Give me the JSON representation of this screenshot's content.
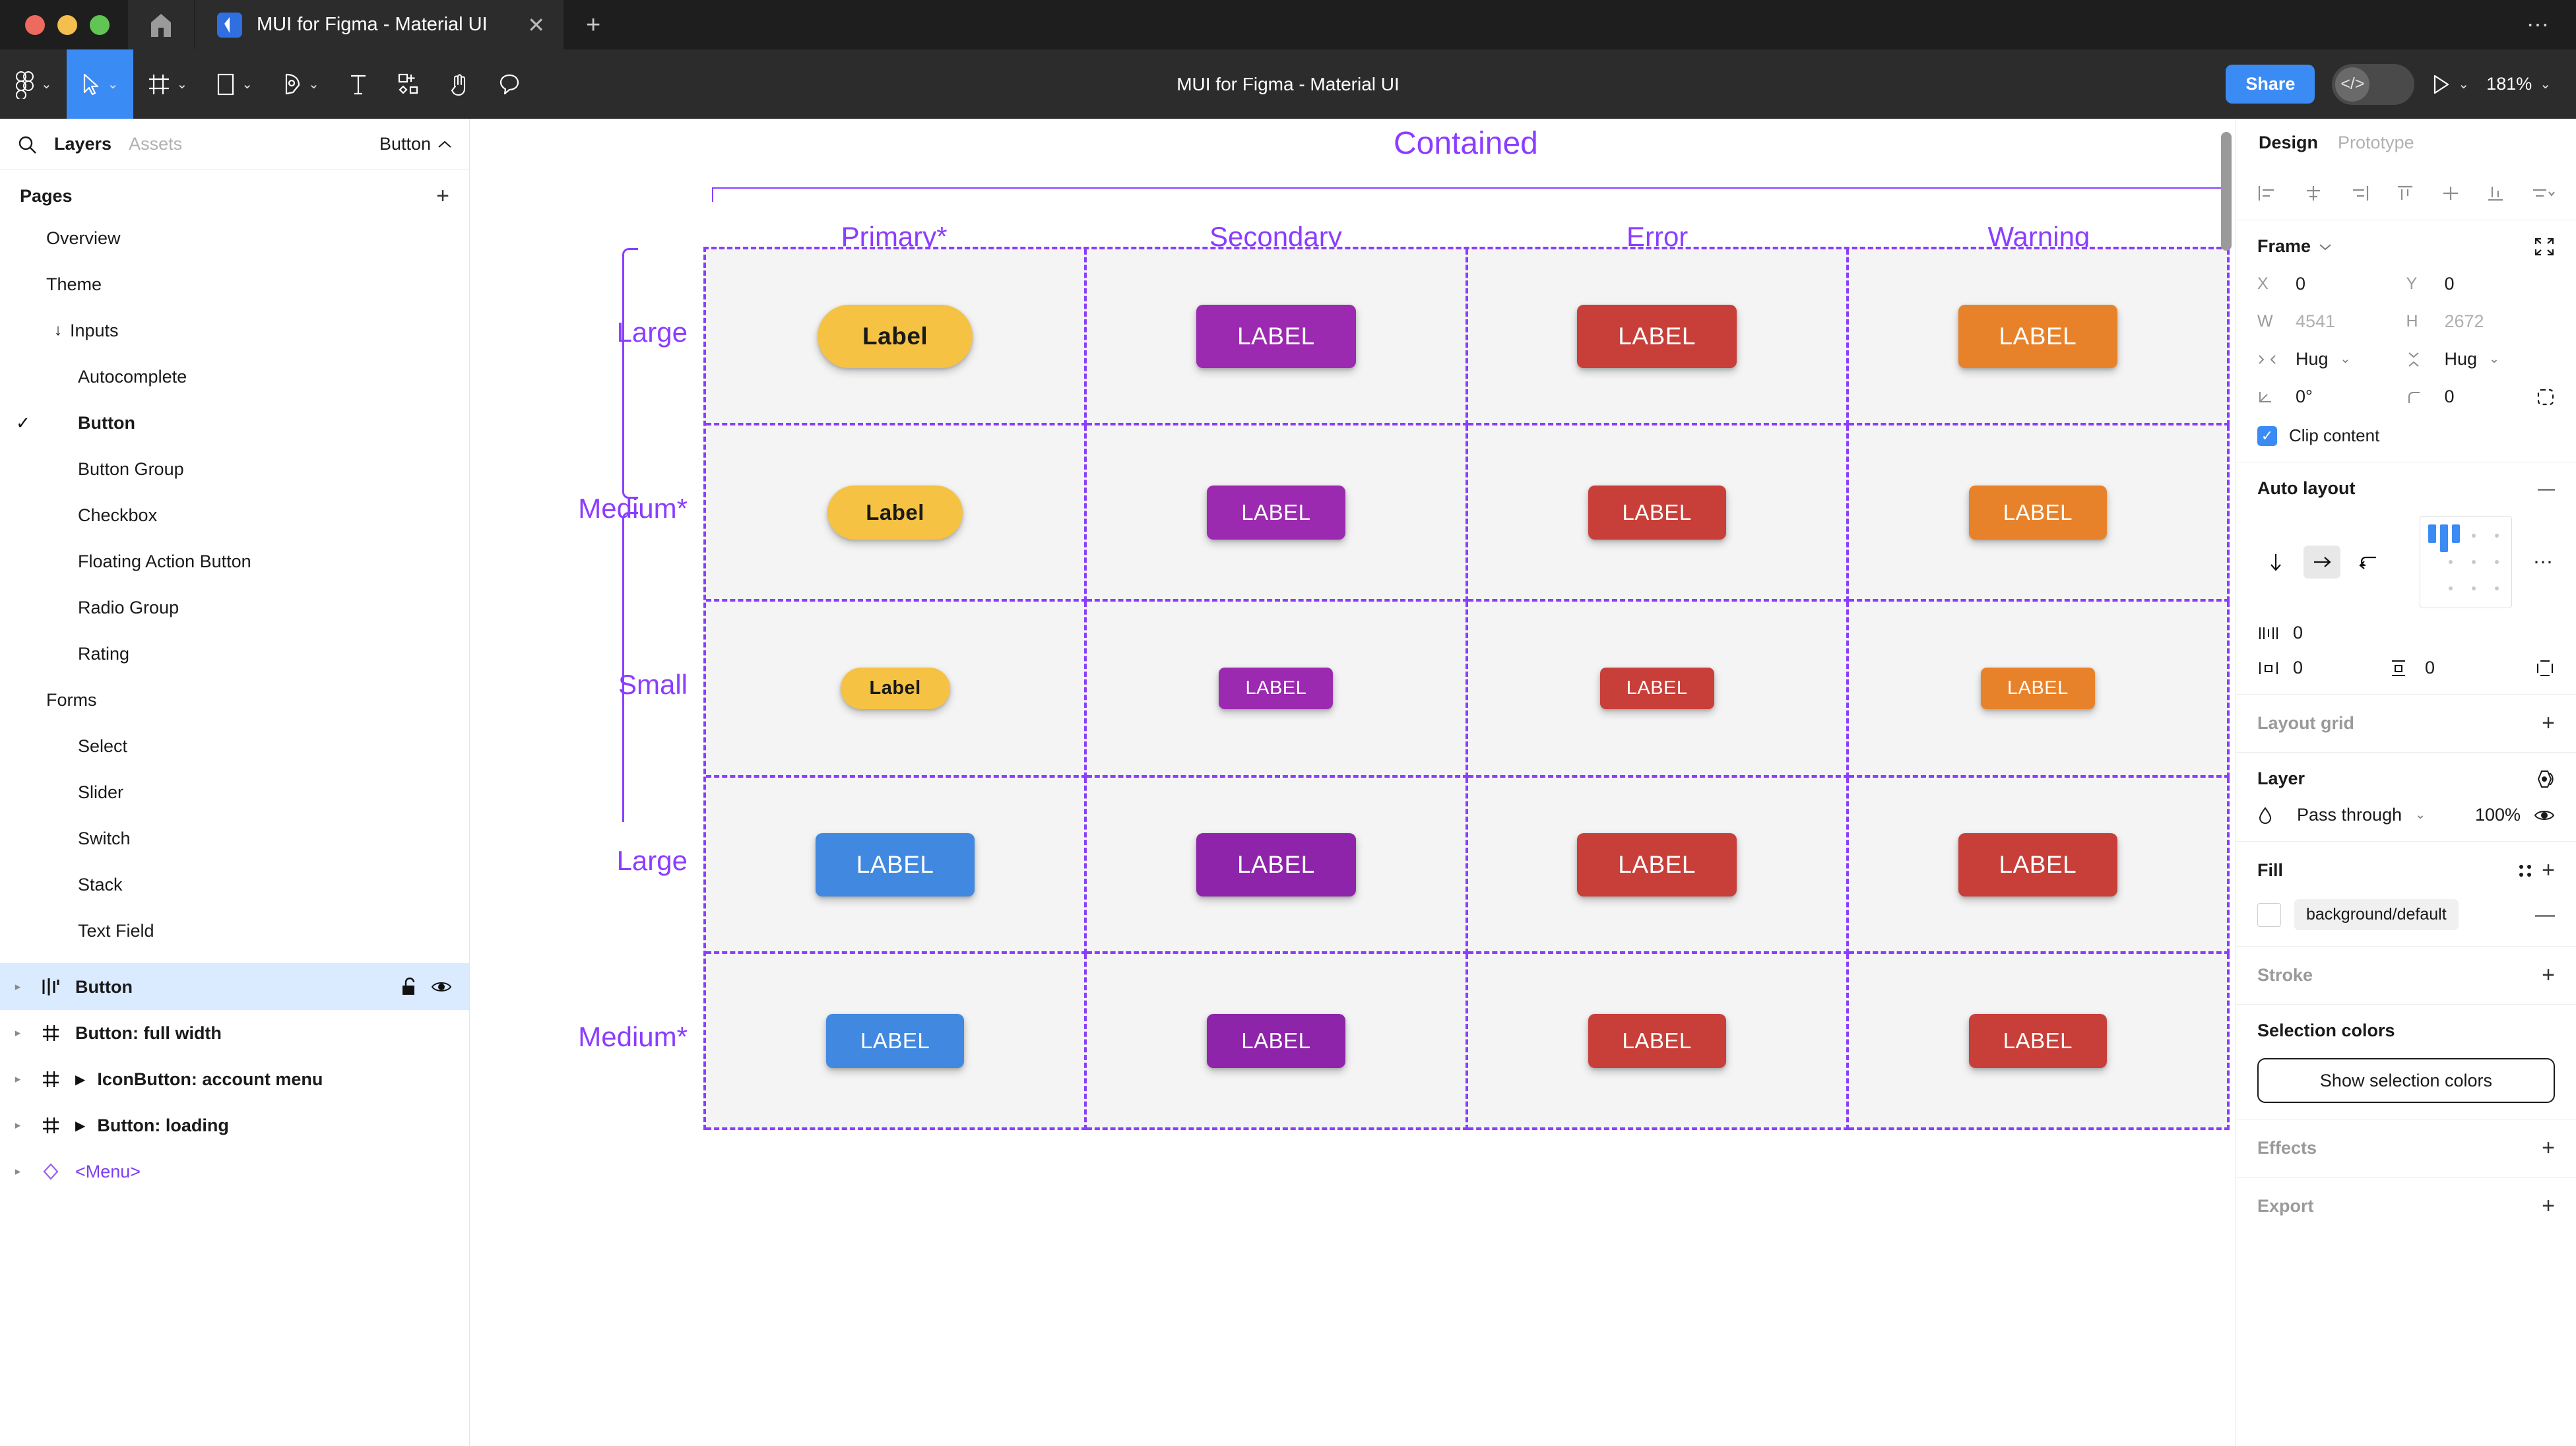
{
  "window": {
    "tab_title": "MUI for Figma - Material UI",
    "close_label": "✕",
    "new_tab_label": "+",
    "overflow_label": "⋯"
  },
  "toolbar": {
    "center_title": "MUI for Figma - Material UI",
    "share_label": "Share",
    "dev_mode_label": "</>",
    "zoom_level": "181%",
    "tools": [
      {
        "name": "figma-menu-icon",
        "has_chevron": true
      },
      {
        "name": "move-tool-icon",
        "has_chevron": true,
        "active": true
      },
      {
        "name": "frame-tool-icon",
        "has_chevron": true
      },
      {
        "name": "shape-tool-icon",
        "has_chevron": true
      },
      {
        "name": "pen-tool-icon",
        "has_chevron": true
      },
      {
        "name": "text-tool-icon",
        "has_chevron": false
      },
      {
        "name": "components-tool-icon",
        "has_chevron": false
      },
      {
        "name": "hand-tool-icon",
        "has_chevron": false
      },
      {
        "name": "comment-tool-icon",
        "has_chevron": false
      }
    ]
  },
  "sidebar": {
    "tab_layers": "Layers",
    "tab_assets": "Assets",
    "page_selector": "Button",
    "pages_title": "Pages",
    "add_page_label": "+",
    "pages": [
      {
        "label": "Overview",
        "indent": 1,
        "selected": false,
        "arrow": ""
      },
      {
        "label": "Theme",
        "indent": 1,
        "selected": false,
        "arrow": ""
      },
      {
        "label": "Inputs",
        "indent": 1,
        "selected": false,
        "arrow": "↓"
      },
      {
        "label": "Autocomplete",
        "indent": 2,
        "selected": false,
        "arrow": ""
      },
      {
        "label": "Button",
        "indent": 2,
        "selected": true,
        "arrow": ""
      },
      {
        "label": "Button Group",
        "indent": 2,
        "selected": false,
        "arrow": ""
      },
      {
        "label": "Checkbox",
        "indent": 2,
        "selected": false,
        "arrow": ""
      },
      {
        "label": "Floating Action Button",
        "indent": 2,
        "selected": false,
        "arrow": ""
      },
      {
        "label": "Radio Group",
        "indent": 2,
        "selected": false,
        "arrow": ""
      },
      {
        "label": "Rating",
        "indent": 2,
        "selected": false,
        "arrow": ""
      },
      {
        "label": "Forms",
        "indent": 1,
        "selected": false,
        "arrow": ""
      },
      {
        "label": "Select",
        "indent": 2,
        "selected": false,
        "arrow": ""
      },
      {
        "label": "Slider",
        "indent": 2,
        "selected": false,
        "arrow": ""
      },
      {
        "label": "Switch",
        "indent": 2,
        "selected": false,
        "arrow": ""
      },
      {
        "label": "Stack",
        "indent": 2,
        "selected": false,
        "arrow": ""
      },
      {
        "label": "Text Field",
        "indent": 2,
        "selected": false,
        "arrow": ""
      }
    ],
    "layers": [
      {
        "label": "Button",
        "icon": "component-set-icon",
        "selected": true,
        "expandable": false,
        "locked": true,
        "visible": true
      },
      {
        "label": "Button: full width",
        "icon": "component-icon",
        "selected": false,
        "expandable": false
      },
      {
        "label": "IconButton: account menu",
        "icon": "component-icon",
        "selected": false,
        "expandable": true
      },
      {
        "label": "Button: loading",
        "icon": "component-icon",
        "selected": false,
        "expandable": true
      },
      {
        "label": "<Menu>",
        "icon": "instance-icon",
        "selected": false,
        "expandable": false,
        "is_instance": true
      }
    ]
  },
  "canvas": {
    "container_label": "Contained",
    "column_headers": [
      "Primary*",
      "Secondary",
      "Error",
      "Warning"
    ],
    "row_labels": [
      "Large",
      "Medium*",
      "Small",
      "Large",
      "Medium*"
    ],
    "colors": {
      "primary_blue": "#4189e0",
      "warning_yellow": "#f5c243",
      "secondary_purple": "#9c2ab0",
      "error_red": "#c83f39",
      "orange": "#e8822a",
      "grid_purple": "#8b3dff",
      "cell_bg": "#f4f4f4"
    },
    "button_rows": [
      {
        "size": "Large",
        "cells": [
          {
            "label": "Label",
            "color": "#f5c243",
            "text_color": "#1a1a1a",
            "shape": "pill",
            "size": "large"
          },
          {
            "label": "LABEL",
            "color": "#9c2ab0",
            "text_color": "#ffffff",
            "shape": "rect",
            "size": "large"
          },
          {
            "label": "LABEL",
            "color": "#c83f39",
            "text_color": "#ffffff",
            "shape": "rect",
            "size": "large"
          },
          {
            "label": "LABEL",
            "color": "#e8822a",
            "text_color": "#ffffff",
            "shape": "rect",
            "size": "large"
          }
        ]
      },
      {
        "size": "Medium*",
        "cells": [
          {
            "label": "Label",
            "color": "#f5c243",
            "text_color": "#1a1a1a",
            "shape": "pill",
            "size": "medium"
          },
          {
            "label": "LABEL",
            "color": "#9c2ab0",
            "text_color": "#ffffff",
            "shape": "rect",
            "size": "medium"
          },
          {
            "label": "LABEL",
            "color": "#c83f39",
            "text_color": "#ffffff",
            "shape": "rect",
            "size": "medium"
          },
          {
            "label": "LABEL",
            "color": "#e8822a",
            "text_color": "#ffffff",
            "shape": "rect",
            "size": "medium"
          }
        ]
      },
      {
        "size": "Small",
        "cells": [
          {
            "label": "Label",
            "color": "#f5c243",
            "text_color": "#1a1a1a",
            "shape": "pill",
            "size": "small"
          },
          {
            "label": "LABEL",
            "color": "#9c2ab0",
            "text_color": "#ffffff",
            "shape": "rect",
            "size": "small"
          },
          {
            "label": "LABEL",
            "color": "#c83f39",
            "text_color": "#ffffff",
            "shape": "rect",
            "size": "small"
          },
          {
            "label": "LABEL",
            "color": "#e8822a",
            "text_color": "#ffffff",
            "shape": "rect",
            "size": "small"
          }
        ]
      },
      {
        "size": "Large",
        "cells": [
          {
            "label": "LABEL",
            "color": "#4189e0",
            "text_color": "#ffffff",
            "shape": "rect",
            "size": "large"
          },
          {
            "label": "LABEL",
            "color": "#8e24aa",
            "text_color": "#ffffff",
            "shape": "rect",
            "size": "large"
          },
          {
            "label": "LABEL",
            "color": "#c83f39",
            "text_color": "#ffffff",
            "shape": "rect",
            "size": "large"
          },
          {
            "label": "LABEL",
            "color": "#c83f39",
            "text_color": "#ffffff",
            "shape": "rect",
            "size": "large"
          }
        ]
      },
      {
        "size": "Medium*",
        "cells": [
          {
            "label": "LABEL",
            "color": "#4189e0",
            "text_color": "#ffffff",
            "shape": "rect",
            "size": "medium"
          },
          {
            "label": "LABEL",
            "color": "#8e24aa",
            "text_color": "#ffffff",
            "shape": "rect",
            "size": "medium"
          },
          {
            "label": "LABEL",
            "color": "#c83f39",
            "text_color": "#ffffff",
            "shape": "rect",
            "size": "medium"
          },
          {
            "label": "LABEL",
            "color": "#c83f39",
            "text_color": "#ffffff",
            "shape": "rect",
            "size": "medium"
          }
        ]
      }
    ]
  },
  "design_panel": {
    "tab_design": "Design",
    "tab_prototype": "Prototype",
    "frame": {
      "title": "Frame",
      "x_label": "X",
      "x_value": "0",
      "y_label": "Y",
      "y_value": "0",
      "w_label": "W",
      "w_value": "4541",
      "h_label": "H",
      "h_value": "2672",
      "hug_width": "Hug",
      "hug_height": "Hug",
      "rotation": "0°",
      "corner_radius": "0",
      "clip_content_label": "Clip content",
      "clip_content_checked": true
    },
    "auto_layout": {
      "title": "Auto layout",
      "remove_label": "—",
      "gap": "0",
      "padding_horizontal": "0",
      "padding_vertical": "0",
      "direction": "horizontal",
      "more_label": "⋯"
    },
    "layout_grid": {
      "title": "Layout grid",
      "add_label": "+"
    },
    "layer": {
      "title": "Layer",
      "blend_mode": "Pass through",
      "opacity": "100%"
    },
    "fill": {
      "title": "Fill",
      "add_label": "+",
      "remove_label": "—",
      "style_name": "background/default"
    },
    "stroke": {
      "title": "Stroke",
      "add_label": "+"
    },
    "selection_colors": {
      "title": "Selection colors",
      "button_label": "Show selection colors"
    },
    "effects": {
      "title": "Effects",
      "add_label": "+"
    },
    "export": {
      "title": "Export",
      "add_label": "+"
    }
  }
}
